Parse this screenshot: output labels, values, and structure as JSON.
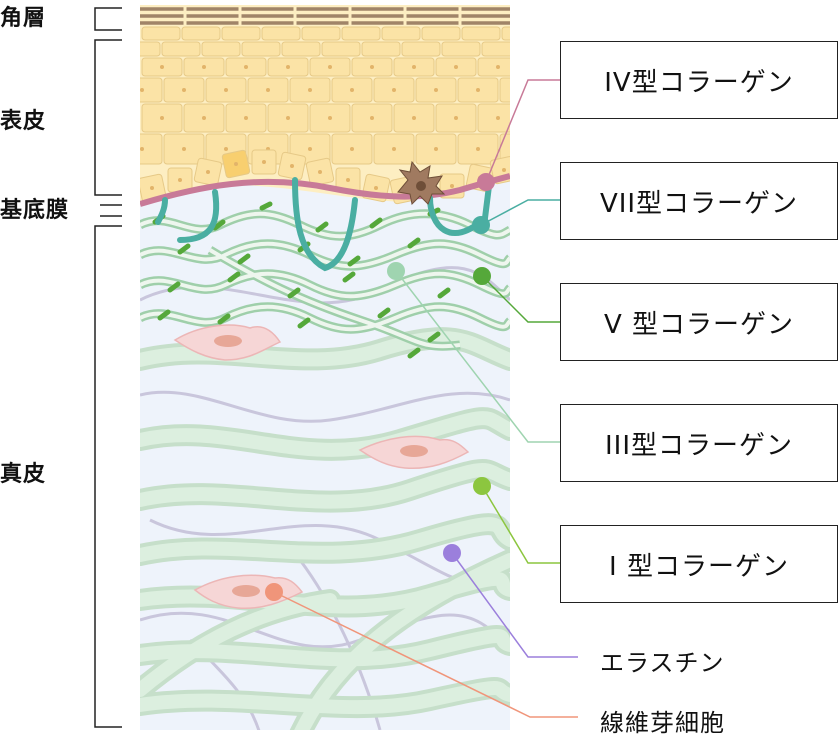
{
  "layers": {
    "stratum_corneum": "角層",
    "epidermis": "表皮",
    "basement_membrane": "基底膜",
    "dermis": "真皮"
  },
  "callouts": {
    "collagen_iv": "IV型コラーゲン",
    "collagen_vii": "VII型コラーゲン",
    "collagen_v": "V 型コラーゲン",
    "collagen_iii": "III型コラーゲン",
    "collagen_i": "I 型コラーゲン",
    "elastin": "エラスチン",
    "fibroblast": "線維芽細胞"
  },
  "colors": {
    "corneum_line": "#a08468",
    "epidermis_fill": "#fdeec2",
    "cell_fill": "#fbe3a6",
    "cell_border": "#e6c987",
    "basement_membrane": "#c87a98",
    "dermis_bg": "#eef3fb",
    "collagen_i": "#8cc63f",
    "collagen_iii": "#9fd4b0",
    "collagen_iv": "#c87a98",
    "collagen_v": "#55a83a",
    "collagen_vii": "#4aaea2",
    "elastin": "#9b7fdc",
    "fibroblast": "#f0957a",
    "fiber_fill": "#d6ead8"
  }
}
